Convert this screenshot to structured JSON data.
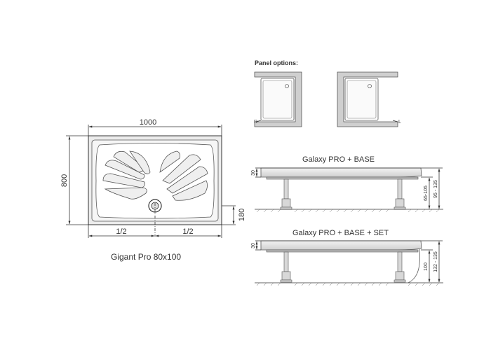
{
  "plan_view": {
    "width_label": "1000",
    "height_label": "800",
    "left_half_label": "1/2",
    "right_half_label": "1/2",
    "drain_offset_label": "180",
    "caption": "Gigant Pro 80x100"
  },
  "panel_options": {
    "title": "Panel options:",
    "left_option_label": "R",
    "right_option_label": "L"
  },
  "section_base": {
    "title": "Galaxy PRO + BASE",
    "rim_label": "30",
    "height_label": "65-105",
    "total_label": "95 - 135"
  },
  "section_base_set": {
    "title": "Galaxy PRO + BASE + SET",
    "rim_label": "30",
    "height_label": "100",
    "total_label": "132 - 135"
  },
  "colors": {
    "line": "#333333",
    "tray_fill": "#e6e6e6",
    "panel_fill": "#cfcfcf",
    "leg_fill": "#d8d8d8"
  }
}
